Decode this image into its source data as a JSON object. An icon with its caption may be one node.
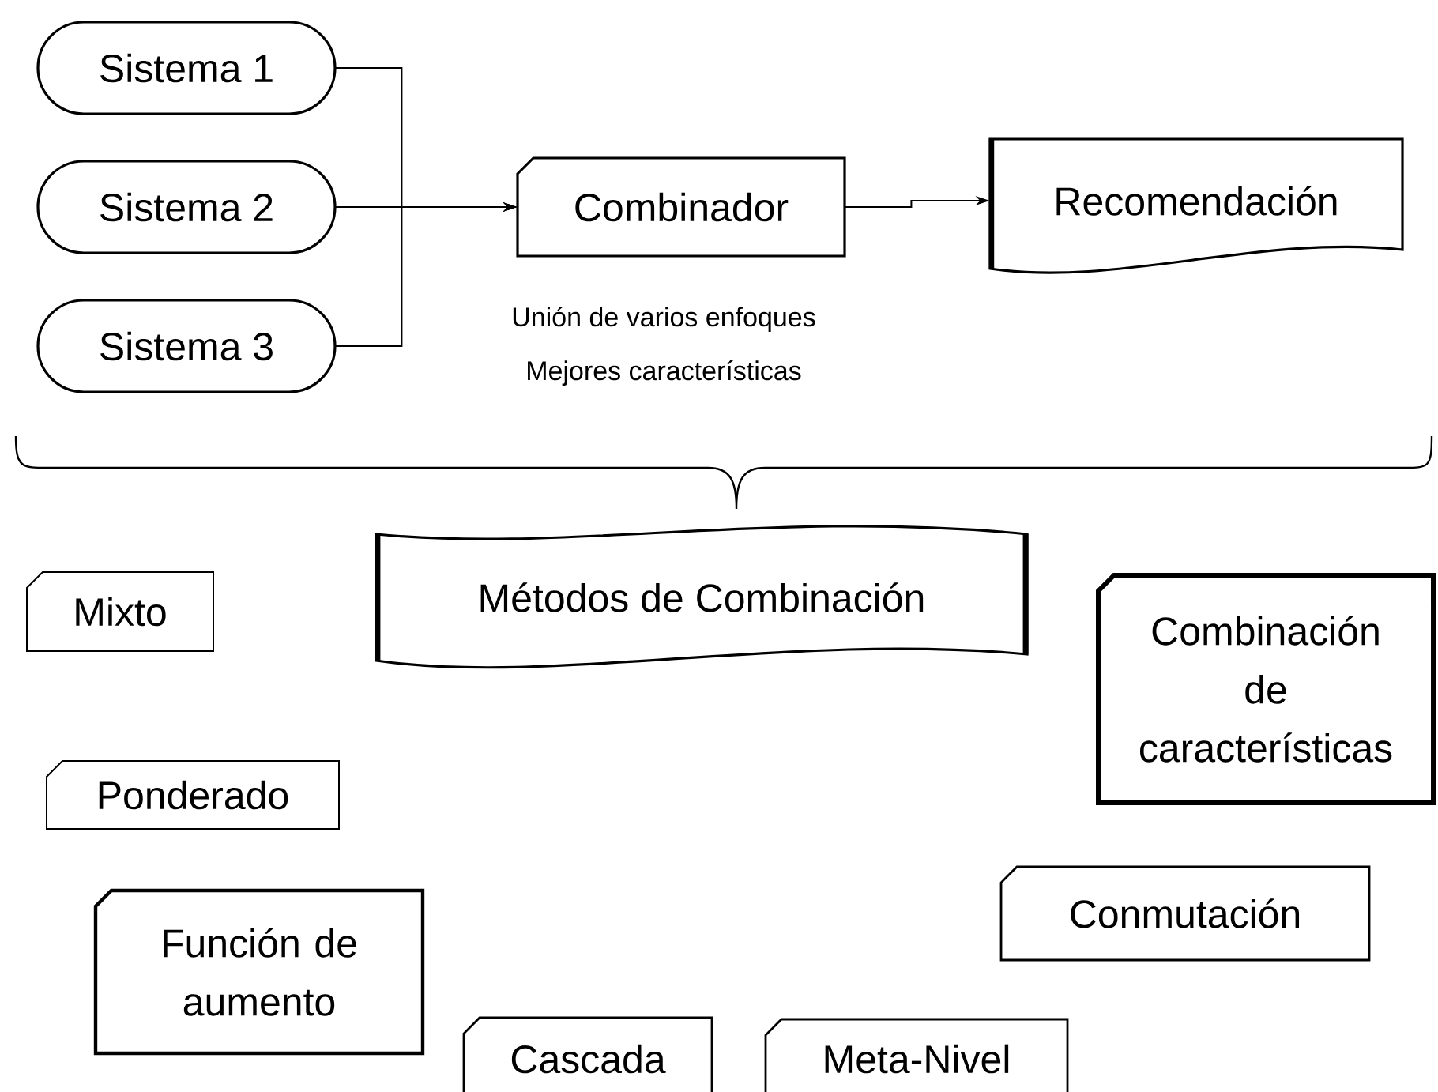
{
  "diagram": {
    "nodes": [
      {
        "text": [
          "Sistema 1"
        ]
      },
      {
        "text": [
          "Sistema 2"
        ]
      },
      {
        "text": [
          "Sistema 3"
        ]
      },
      {
        "text": [
          "Combinador"
        ]
      },
      {
        "text": [
          "Recomendación"
        ]
      },
      {
        "text": [
          "Métodos de Combinación"
        ]
      },
      {
        "text": [
          "Mixto"
        ]
      },
      {
        "text": [
          "Combinación de características"
        ]
      },
      {
        "text": [
          "Ponderado"
        ]
      },
      {
        "text": [
          "Función de aumento"
        ]
      },
      {
        "text": [
          "Conmutación"
        ]
      },
      {
        "text": [
          "Cascada"
        ]
      },
      {
        "text": [
          "Meta-Nivel"
        ]
      }
    ],
    "edges": [
      {
        "from": 0,
        "to": 3,
        "arrow": "to"
      },
      {
        "from": 1,
        "to": 3,
        "arrow": "to"
      },
      {
        "from": 2,
        "to": 3,
        "arrow": "to"
      },
      {
        "from": 3,
        "to": 4,
        "arrow": "to"
      }
    ],
    "labels": [
      "Unión de varios enfoques",
      "Mejores características"
    ]
  }
}
